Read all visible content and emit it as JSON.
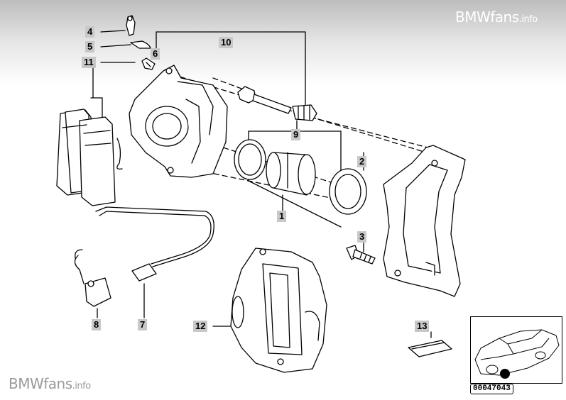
{
  "watermark": {
    "top_text": "BMWfans",
    "top_suffix": ".info",
    "bottom_text": "BMWfans",
    "bottom_suffix": ".info"
  },
  "callouts": {
    "c1": "1",
    "c2": "2",
    "c3": "3",
    "c4": "4",
    "c5": "5",
    "c6": "6",
    "c7": "7",
    "c8": "8",
    "c9": "9",
    "c10": "10",
    "c11": "11",
    "c12": "12",
    "c13": "13"
  },
  "part_number": "00047043",
  "colors": {
    "callout_bg": "#c8c8c8",
    "line": "#000000"
  }
}
